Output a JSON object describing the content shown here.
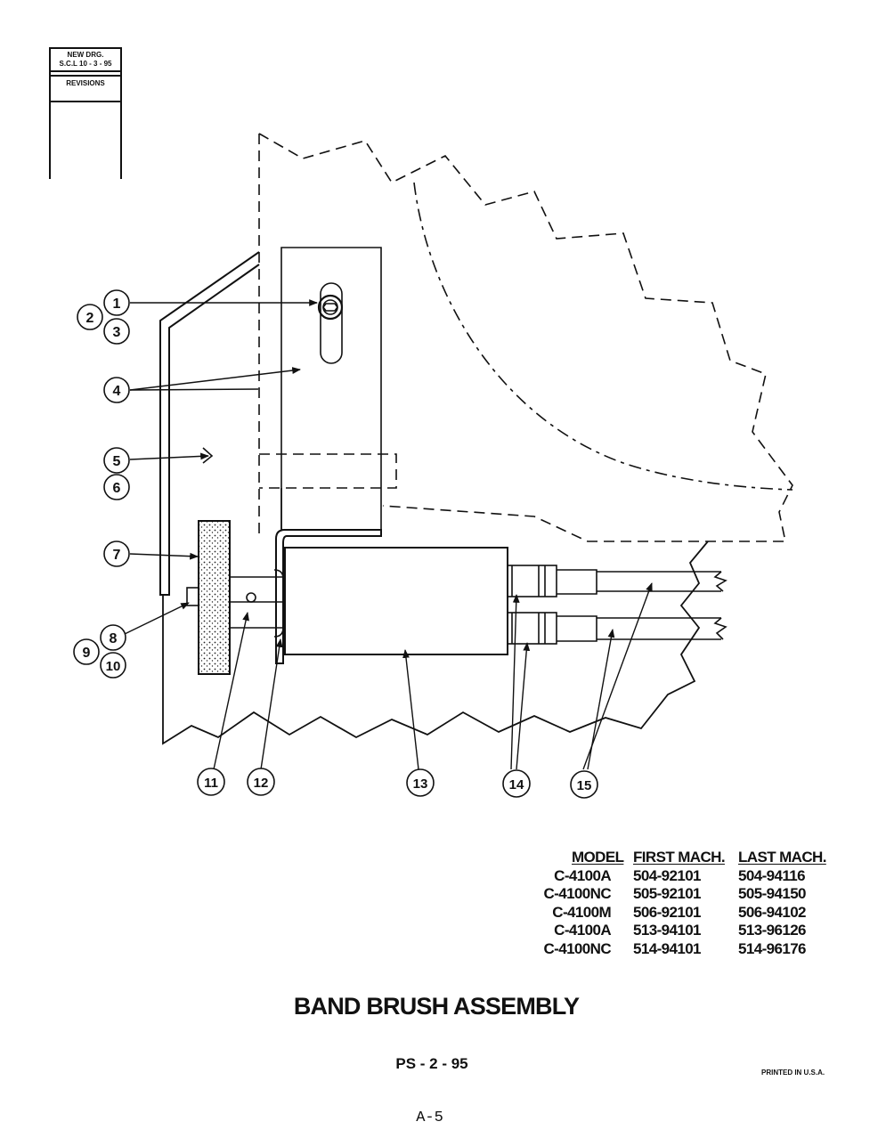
{
  "revision_block": {
    "line1": "NEW DRG.",
    "line2": "S.C.L  10 - 3 - 95",
    "label": "REVISIONS"
  },
  "callouts": [
    "1",
    "2",
    "3",
    "4",
    "5",
    "6",
    "7",
    "8",
    "9",
    "10",
    "11",
    "12",
    "13",
    "14",
    "15"
  ],
  "model_table": {
    "headers": [
      "MODEL",
      "FIRST MACH.",
      "LAST MACH."
    ],
    "rows": [
      [
        "C-4100A",
        "504-92101",
        "504-94116"
      ],
      [
        "C-4100NC",
        "505-92101",
        "505-94150"
      ],
      [
        "C-4100M",
        "506-92101",
        "506-94102"
      ],
      [
        "C-4100A",
        "513-94101",
        "513-96126"
      ],
      [
        "C-4100NC",
        "514-94101",
        "514-96176"
      ]
    ]
  },
  "title": "BAND BRUSH ASSEMBLY",
  "drawing_ref": "PS - 2 - 95",
  "printed": "PRINTED IN U.S.A.",
  "page_number": "A-5"
}
